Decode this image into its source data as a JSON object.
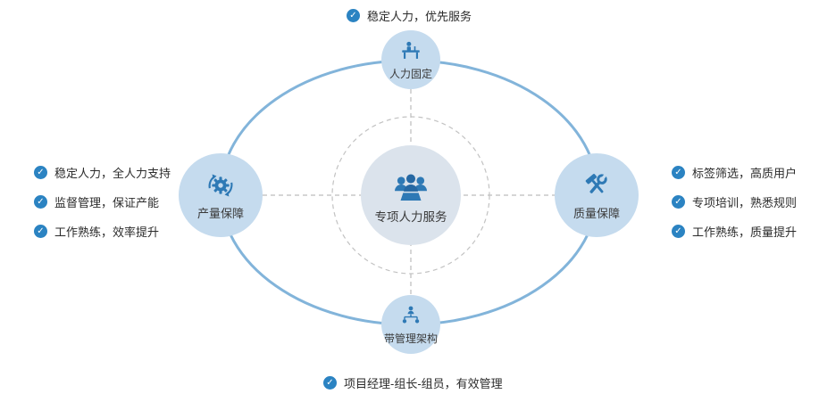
{
  "colors": {
    "ellipse_stroke": "#82b4da",
    "node_fill": "#c5dbee",
    "center_fill": "#dbe3ec",
    "icon_blue": "#2e79b5",
    "icon_blue_dark": "#2668a3",
    "check_bg": "#2b83c2",
    "dashed_gray": "#bcbcbc",
    "text": "#2b2b2b"
  },
  "icons": {
    "check": "✓"
  },
  "center": {
    "label": "专项人力服务",
    "icon": "people-group-icon"
  },
  "nodes": {
    "top": {
      "label": "人力固定",
      "icon": "person-desk-icon"
    },
    "left": {
      "label": "产量保障",
      "icon": "gear-arrows-icon"
    },
    "right": {
      "label": "质量保障",
      "icon": "tools-icon"
    },
    "bottom": {
      "label": "带管理架构",
      "icon": "org-structure-icon"
    }
  },
  "annotations": {
    "top": [
      "稳定人力，优先服务"
    ],
    "left": [
      "稳定人力，全人力支持",
      "监督管理，保证产能",
      "工作熟练，效率提升"
    ],
    "right": [
      "标签筛选，高质用户",
      "专项培训，熟悉规则",
      "工作熟练，质量提升"
    ],
    "bottom": [
      "项目经理-组长-组员，有效管理"
    ]
  }
}
